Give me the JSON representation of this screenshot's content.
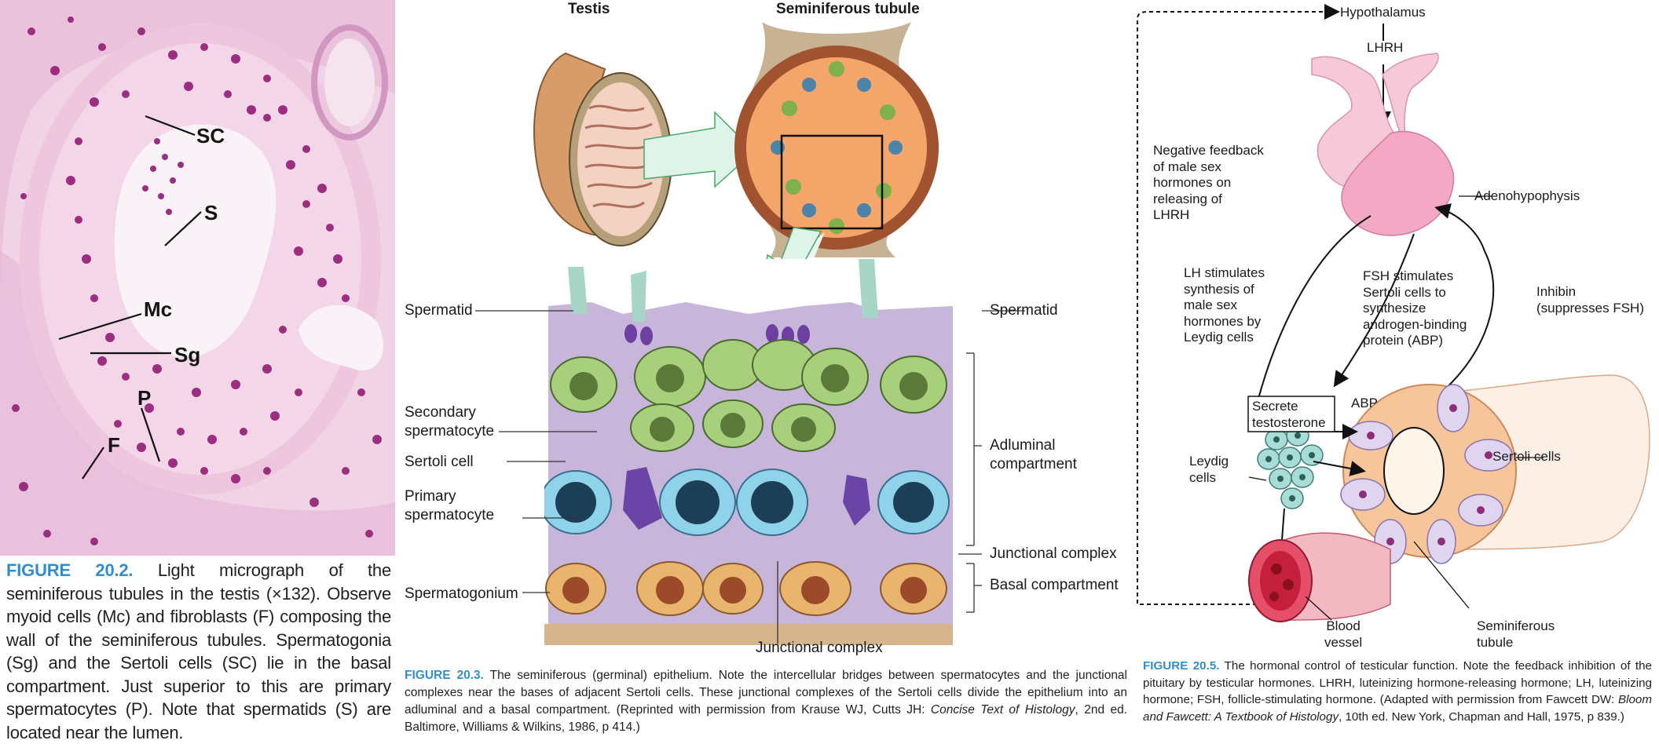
{
  "figure202": {
    "labels": {
      "sc": "SC",
      "s": "S",
      "mc": "Mc",
      "sg": "Sg",
      "p": "P",
      "f": "F"
    },
    "caption_num": "FIGURE 20.2.",
    "caption_text": " Light micrograph of the seminiferous tubules in the testis (×132). Observe myoid cells (Mc) and fibroblasts (F) composing the wall of the seminiferous tubules. Spermatogonia (Sg) and the Sertoli cells (SC) lie in the basal compartment. Just superior to this are primary spermatocytes (P). Note that spermatids (S) are located near the lumen."
  },
  "figure203": {
    "testis_title": "Testis",
    "tubule_title": "Seminiferous tubule",
    "left_labels": {
      "spermatid": "Spermatid",
      "secondary": "Secondary\nspermatocyte",
      "sertoli": "Sertoli cell",
      "primary": "Primary\nspermatocyte",
      "spermatogonium": "Spermatogonium"
    },
    "right_labels": {
      "spermatid": "Spermatid",
      "adluminal": "Adluminal\ncompartment",
      "junctional": "Junctional complex",
      "basal": "Basal compartment"
    },
    "bottom_label": "Junctional complex",
    "caption_num": "FIGURE 20.3.",
    "caption_a": " The seminiferous (germinal) epithelium. Note the intercellular bridges between spermatocytes and the junctional complexes near the bases of adjacent Sertoli cells. These junctional complexes of the Sertoli cells divide the epithelium into an adluminal and a basal compartment. (Reprinted with permission from Krause WJ, Cutts JH: ",
    "caption_italic": "Concise Text of Histology",
    "caption_b": ", 2nd ed. Baltimore, Williams & Wilkins, 1986, p 414.)"
  },
  "figure205": {
    "hypothalamus": "Hypothalamus",
    "lhrh": "LHRH",
    "negative_feedback": "Negative feedback\nof male sex\nhormones on\nreleasing of\nLHRH",
    "adenohypophysis": "Adenohypophysis",
    "lh_text": "LH stimulates\nsynthesis of\nmale sex\nhormones by\nLeydig cells",
    "fsh_text": "FSH stimulates\nSertoli cells to\nsynthesize\nandrogen-binding\nprotein (ABP)",
    "inhibin": "Inhibin\n(suppresses FSH)",
    "secrete": "Secrete\ntestosterone",
    "abp": "ABP",
    "leydig": "Leydig\ncells",
    "sertoli_cells": "Sertoli cells",
    "blood_vessel": "Blood\nvessel",
    "seminiferous": "Seminiferous\ntubule",
    "caption_num": "FIGURE 20.5.",
    "caption_a": " The hormonal control of testicular function. Note the feedback inhibition of the pituitary by testicular hormones. LHRH, luteinizing hormone-releasing hormone; LH, luteinizing hormone; FSH, follicle-stimulating hormone. (Adapted with permission from Fawcett DW: ",
    "caption_italic": "Bloom and Fawcett: A Textbook of Histology",
    "caption_b": ", 10th ed. New York, Chapman and Hall, 1975, p 839.)"
  }
}
